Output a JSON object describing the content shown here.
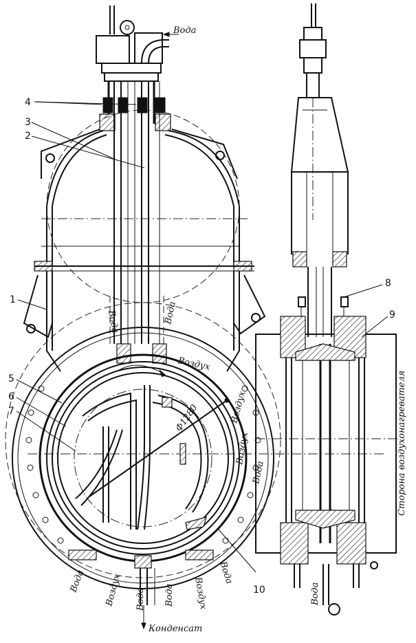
{
  "callouts": [
    "1",
    "2",
    "3",
    "4",
    "5",
    "6",
    "7",
    "8",
    "9",
    "10"
  ],
  "labels": {
    "water_top": "Вода",
    "water_left_inner": "Вода",
    "water_right_inner": "Вода",
    "air_inner": "Воздух",
    "diameter": "Ф1280",
    "air_right_a": "Воздух",
    "air_right_b": "Воздух",
    "water_right_ring": "Вода",
    "water_bottom_left": "Вода",
    "air_bottom_left": "Воздух",
    "water_bottom_1": "Вода",
    "water_bottom_2": "Вода",
    "air_bottom_right": "Воздух",
    "water_bottom_right": "Вода",
    "condensate": "Конденсат",
    "heater_side": "Сторона воздухонагревателя",
    "water_side_view": "Вода"
  }
}
